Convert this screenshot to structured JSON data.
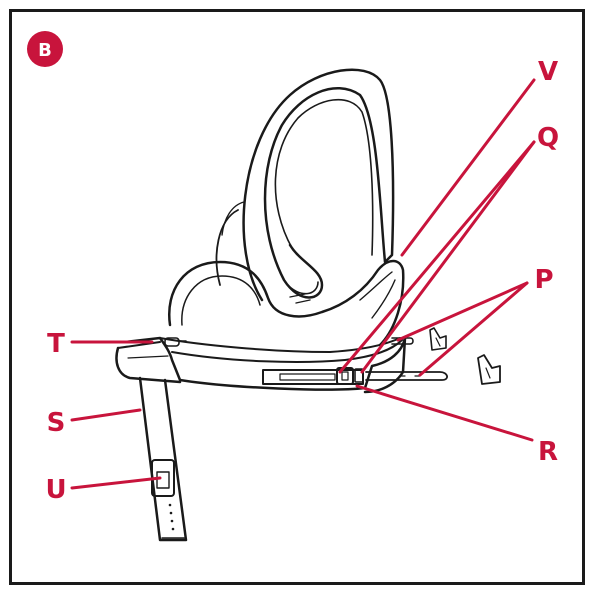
{
  "badge": "B",
  "labels": {
    "V": "V",
    "Q": "Q",
    "P": "P",
    "R": "R",
    "T": "T",
    "S": "S",
    "U": "U"
  },
  "colors": {
    "accent": "#c8143c",
    "ink": "#1a1a1a"
  },
  "icons": [
    "car-seat-illustration",
    "isofix-connector-icon",
    "leg-adjuster-icon"
  ]
}
